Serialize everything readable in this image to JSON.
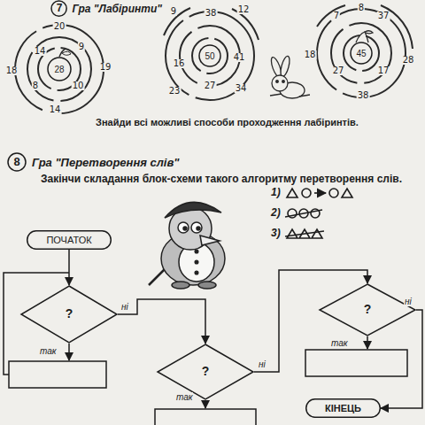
{
  "diagram": {
    "nodes": [
      {
        "text": [
          "7",
          "Гра \"Лабіринти\""
        ]
      },
      {
        "text": [
          "28"
        ]
      },
      {
        "text": [
          "50"
        ]
      },
      {
        "text": [
          "45"
        ]
      },
      {
        "text": [
          "8",
          "Гра \"Перетворення слів\""
        ]
      },
      {
        "text": [
          "ПОЧАТОК"
        ]
      },
      {
        "text": [
          "?"
        ]
      },
      {
        "text": [
          "?"
        ]
      },
      {
        "text": [
          "?"
        ]
      },
      {
        "text": [
          "КІНЕЦЬ"
        ]
      }
    ],
    "edges": [
      {
        "from": 5,
        "to": 6,
        "arrow": "to"
      },
      {
        "from": 6,
        "to": 7,
        "label": "ні",
        "arrow": "to"
      },
      {
        "from": 7,
        "to": 8,
        "label": "ні",
        "arrow": "to"
      },
      {
        "from": 8,
        "to": 9,
        "label": "ні",
        "arrow": "to"
      }
    ],
    "labels": [
      "20",
      "9",
      "14",
      "18",
      "19",
      "8",
      "10",
      "14",
      "9",
      "38",
      "12",
      "16",
      "41",
      "23",
      "27",
      "34",
      "8",
      "7",
      "37",
      "18",
      "28",
      "27",
      "17",
      "38",
      "Знайди всі можливі способи проходження лабіринтів.",
      "Закінчи складання блок-схеми такого алгоритму перетворення слів.",
      "1)",
      "2)",
      "3)",
      "так",
      "так",
      "так"
    ]
  }
}
